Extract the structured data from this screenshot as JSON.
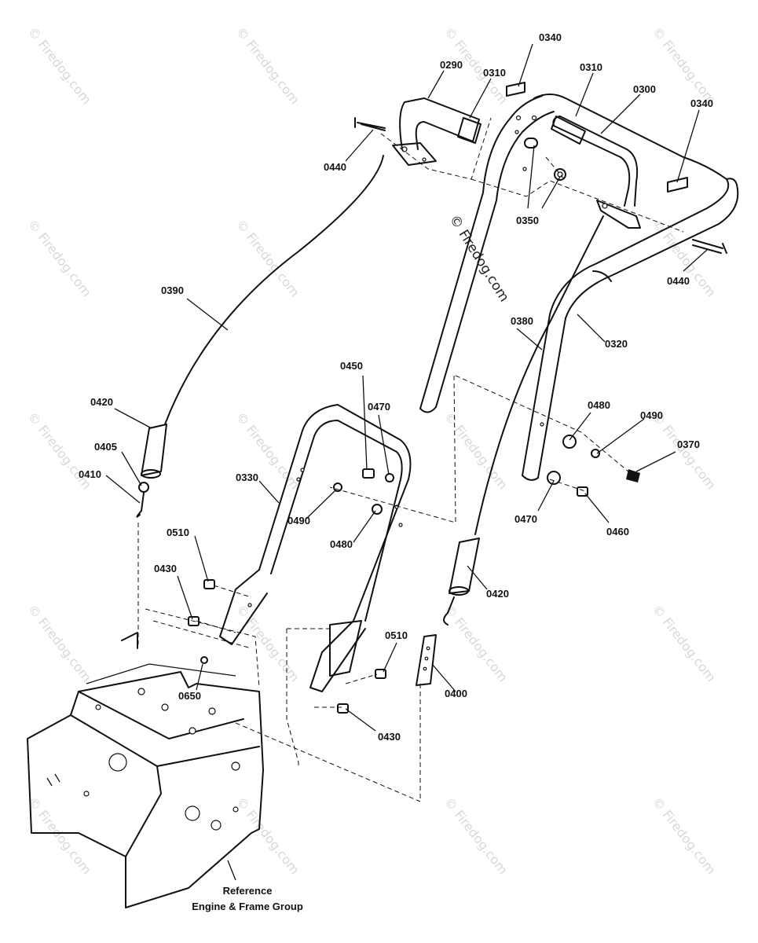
{
  "watermark": {
    "text": "© Firedog.com"
  },
  "labels": {
    "p0340a": "0340",
    "p0290": "0290",
    "p0310a": "0310",
    "p0310b": "0310",
    "p0300": "0300",
    "p0340b": "0340",
    "p0440a": "0440",
    "p0350": "0350",
    "p0440b": "0440",
    "p0390": "0390",
    "p0380": "0380",
    "p0320": "0320",
    "p0450": "0450",
    "p0470a": "0470",
    "p0420a": "0420",
    "p0405": "0405",
    "p0410": "0410",
    "p0330": "0330",
    "p0480a": "0480",
    "p0490a": "0490",
    "p0370": "0370",
    "p0490b": "0490",
    "p0480b": "0480",
    "p0470b": "0470",
    "p0460": "0460",
    "p0510a": "0510",
    "p0430a": "0430",
    "p0420b": "0420",
    "p0510b": "0510",
    "p0650": "0650",
    "p0400": "0400",
    "p0430b": "0430"
  },
  "reference_note": {
    "line1": "Reference",
    "line2": "Engine & Frame Group"
  }
}
